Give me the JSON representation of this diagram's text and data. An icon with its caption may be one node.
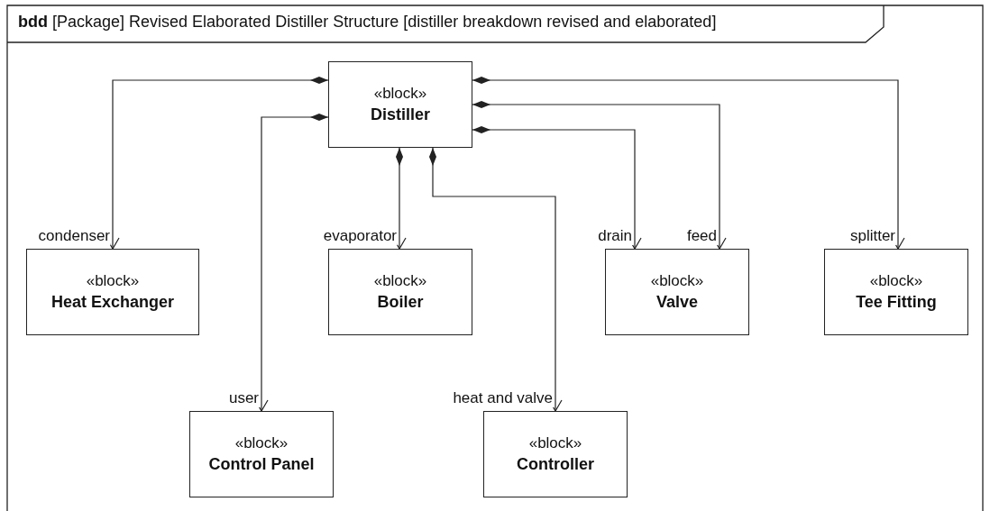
{
  "diagram": {
    "title": "**bdd** [Package] Revised Elaborated Distiller Structure [distiller breakdown revised and elaborated]",
    "nodes": [
      {
        "text": [
          "«block»",
          "Distiller"
        ]
      },
      {
        "text": [
          "«block»",
          "Heat Exchanger"
        ]
      },
      {
        "text": [
          "«block»",
          "Boiler"
        ]
      },
      {
        "text": [
          "«block»",
          "Valve"
        ]
      },
      {
        "text": [
          "«block»",
          "Tee Fitting"
        ]
      },
      {
        "text": [
          "«block»",
          "Control Panel"
        ]
      },
      {
        "text": [
          "«block»",
          "Controller"
        ]
      }
    ],
    "edges": [
      {
        "from": 0,
        "to": 1,
        "arrow": "to",
        "label": "condenser"
      },
      {
        "from": 0,
        "to": 2,
        "arrow": "to",
        "label": "evaporator"
      },
      {
        "from": 0,
        "to": 3,
        "arrow": "to",
        "label": "drain"
      },
      {
        "from": 0,
        "to": 3,
        "arrow": "to",
        "label": "feed"
      },
      {
        "from": 0,
        "to": 4,
        "arrow": "to",
        "label": "splitter"
      },
      {
        "from": 0,
        "to": 5,
        "arrow": "to",
        "label": "user"
      },
      {
        "from": 0,
        "to": 6,
        "arrow": "to",
        "label": "heat and valve"
      }
    ]
  }
}
